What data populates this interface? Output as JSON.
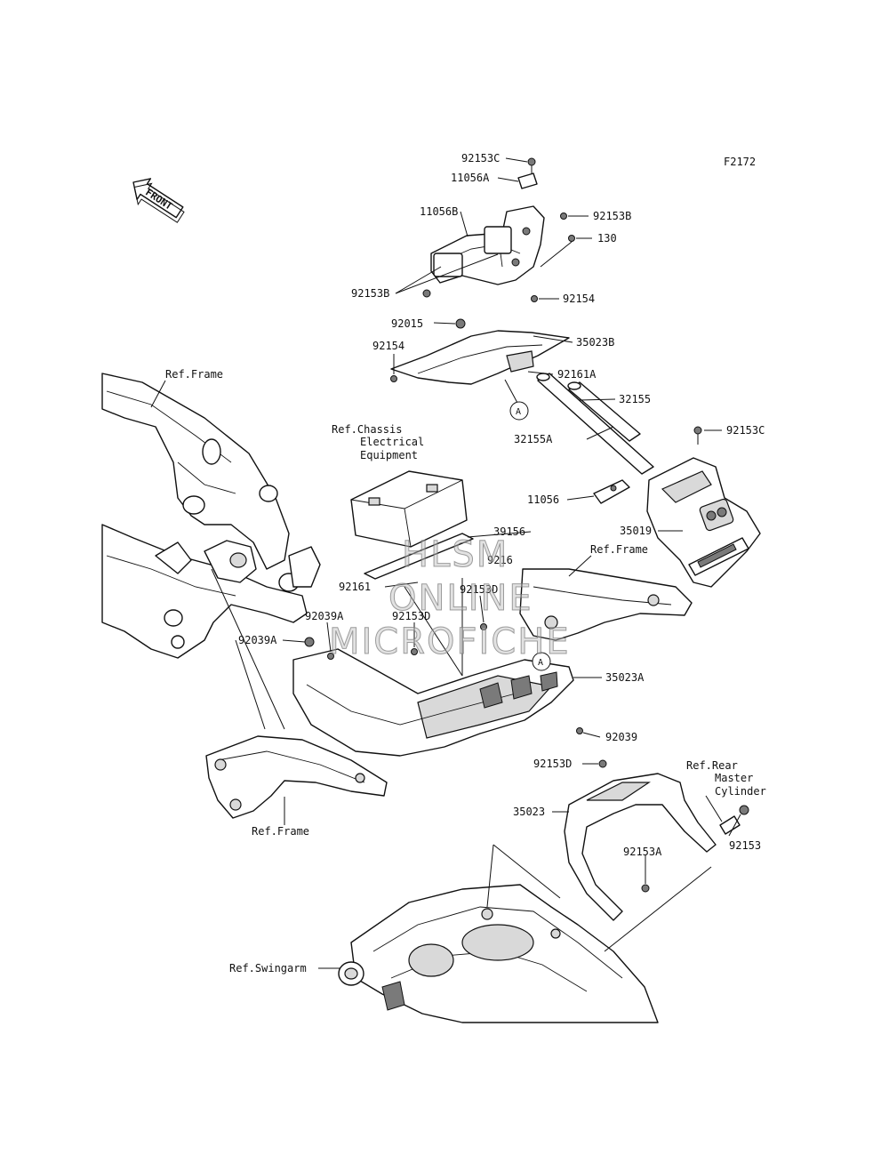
{
  "figure_id": "F2172",
  "direction_marker": "FRONT",
  "watermark": [
    "HLSM",
    "ONLINE",
    "MICROFICHE"
  ],
  "callout_letter": "A",
  "labels": {
    "p92153C_top": "92153C",
    "p11056A": "11056A",
    "p11056B": "11056B",
    "p92153B_right": "92153B",
    "p130": "130",
    "p92153B_left": "92153B",
    "p92154_right": "92154",
    "p92015": "92015",
    "p35023B": "35023B",
    "p92154_left": "92154",
    "p92161A": "92161A",
    "p32155": "32155",
    "p32155A": "32155A",
    "p92153C_right": "92153C",
    "p11056": "11056",
    "p35019": "35019",
    "p39156": "39156",
    "p92161_mid": "9216",
    "p92161": "92161",
    "p92153D_mid": "92153D",
    "p92039A_top": "92039A",
    "p92153D_left": "92153D",
    "p92039A_left": "92039A",
    "p35023A": "35023A",
    "p92039": "92039",
    "p92153D_bottom": "92153D",
    "p35023": "35023",
    "p92153A": "92153A",
    "p92153": "92153"
  },
  "refs": {
    "frame_top": "Ref.Frame",
    "chassis_1": "Ref.Chassis",
    "chassis_2": "Electrical",
    "chassis_3": "Equipment",
    "frame_right": "Ref.Frame",
    "frame_bottom": "Ref.Frame",
    "rear_1": "Ref.Rear",
    "rear_2": "Master",
    "rear_3": "Cylinder",
    "swingarm": "Ref.Swingarm"
  }
}
